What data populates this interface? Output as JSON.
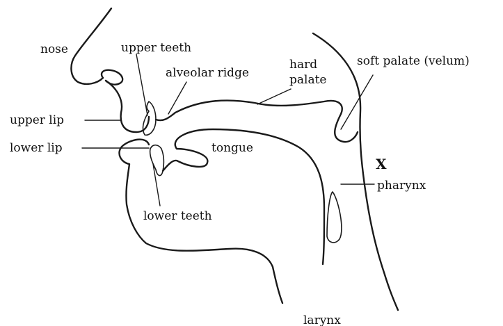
{
  "labels": {
    "nose": "nose",
    "upper_teeth": "upper teeth",
    "alveolar_ridge": "alveolar ridge",
    "hard_palate_line1": "hard",
    "hard_palate_line2": "palate",
    "soft_palate": "soft palate (velum)",
    "upper_lip": "upper lip",
    "lower_lip": "lower lip",
    "tongue": "tongue",
    "x_marker": "X",
    "pharynx": "pharynx",
    "lower_teeth": "lower teeth",
    "larynx": "larynx"
  }
}
